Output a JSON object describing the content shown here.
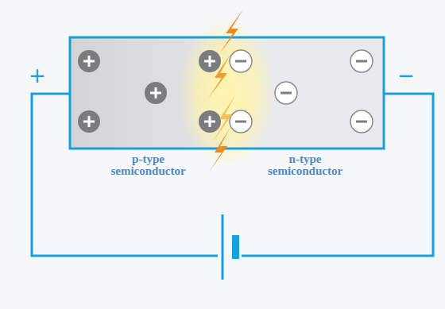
{
  "diagram": {
    "nodes": [
      {
        "text": [
          "p-type semiconductor"
        ]
      },
      {
        "text": [
          "n-type semiconductor"
        ]
      }
    ],
    "labels": [
      "+",
      "−"
    ]
  }
}
